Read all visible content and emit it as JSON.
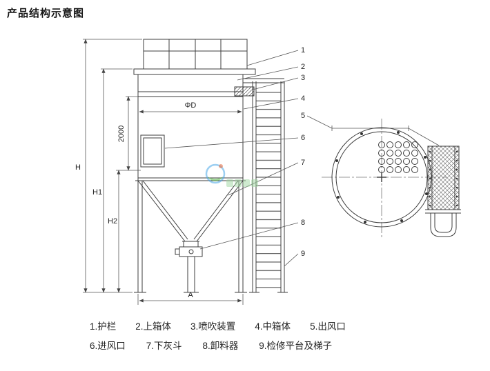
{
  "page": {
    "title": "产品结构示意图"
  },
  "diagram": {
    "dims": {
      "H": "H",
      "H1": "H1",
      "H2": "H2",
      "height2000": "2000",
      "phiD": "ΦD",
      "A": "A"
    },
    "callouts": [
      "1",
      "2",
      "3",
      "4",
      "5",
      "6",
      "7",
      "8",
      "9"
    ],
    "ink_color": "#3c3c3c",
    "dim_line_color": "#555555"
  },
  "watermark": {
    "blue": "#4aa8e8",
    "green": "#57b947",
    "accent": "#e8734a"
  },
  "legend": {
    "items": [
      "1.护栏",
      "2.上箱体",
      "3.喷吹装置",
      "4.中箱体",
      "5.出风口",
      "6.进风口",
      "7.下灰斗",
      "8.卸料器",
      "9.检修平台及梯子"
    ]
  }
}
